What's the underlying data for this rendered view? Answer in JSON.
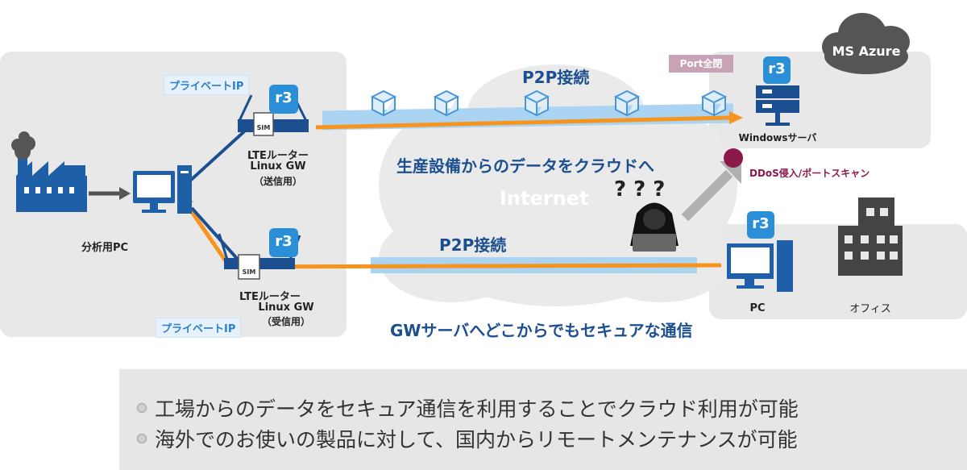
{
  "labels": {
    "private_ip_top": "プライベートIP",
    "private_ip_bottom": "プライベートIP",
    "lte_top_l1": "LTEルーター",
    "lte_top_l2": "Linux GW",
    "lte_top_l3": "（送信用）",
    "lte_bot_l1": "LTEルーター",
    "lte_bot_l2": "Linux GW",
    "lte_bot_l3": "（受信用）",
    "analysis_pc": "分析用PC",
    "sim": "SIM",
    "p2p_top": "P2P接続",
    "p2p_bottom": "P2P接続",
    "cloud_text": "生産設備からのデータをクラウドへ",
    "internet": "Internet",
    "gw_text": "GWサーバへどこからでもセキュアな通信",
    "port": "Port全閉",
    "ms_azure": "MS Azure",
    "windows_server": "Windowsサーバ",
    "ddos": "DDoS侵入/ポートスキャン",
    "pc": "PC",
    "office": "オフィス",
    "hacker_q": "? ? ?",
    "r3_logo": "r3"
  },
  "bullets": [
    "工場からのデータをセキュア通信を利用することでクラウド利用が可能",
    "海外でのお使いの製品に対して、国内からリモートメンテナンスが可能"
  ],
  "colors": {
    "orange": "#f7941d",
    "dark_blue": "#1c4f8f",
    "light_blue": "#aad4f2",
    "panel_gray": "#e8e8e8",
    "cloud_gray": "#eaeaea",
    "ddos_red": "#8b1a4a",
    "port_pink": "#c8a3b6",
    "icon_blue": "#1e5fa8"
  }
}
